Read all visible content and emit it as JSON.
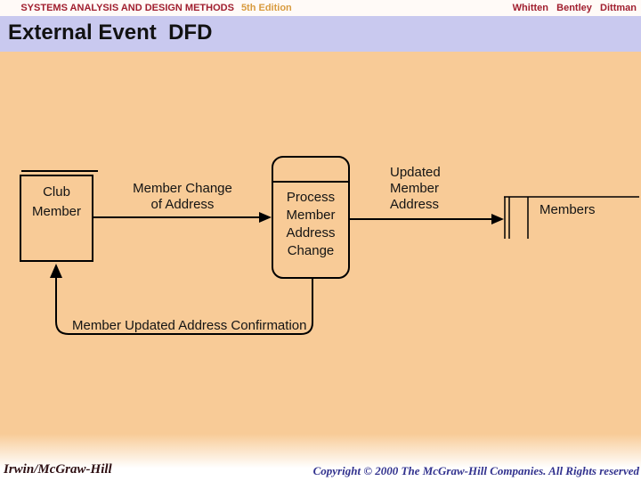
{
  "header": {
    "book_title": "SYSTEMS ANALYSIS AND DESIGN METHODS",
    "edition": "5th Edition",
    "authors": "Whitten   Bentley   Dittman"
  },
  "slide": {
    "title": "External Event  DFD"
  },
  "diagram": {
    "entity": {
      "name": "Club Member",
      "lines": [
        "Club",
        "Member"
      ]
    },
    "flow_in": {
      "name": "Member Change of Address",
      "lines": [
        "Member Change",
        "of Address"
      ]
    },
    "process": {
      "name": "Process Member Address Change",
      "lines": [
        "Process",
        "Member",
        "Address",
        "Change"
      ]
    },
    "flow_out": {
      "name": "Updated Member Address",
      "lines": [
        "Updated",
        "Member",
        "Address"
      ]
    },
    "datastore": {
      "label": "Members"
    },
    "flow_return": {
      "label": "Member Updated Address Confirmation"
    }
  },
  "footer": {
    "publisher": "Irwin/McGraw-Hill",
    "copyright": "Copyright © 2000 The McGraw-Hill Companies. All Rights reserved"
  },
  "colors": {
    "background_peach": "#f8cb97",
    "title_band_lavender": "#c9c9ef",
    "header_red": "#a01e2e",
    "edition_orange": "#d89b3f",
    "title_text": "#121212",
    "diagram_line": "#000000",
    "publisher_maroon": "#2e0f12",
    "copyright_blue": "#32328e"
  }
}
